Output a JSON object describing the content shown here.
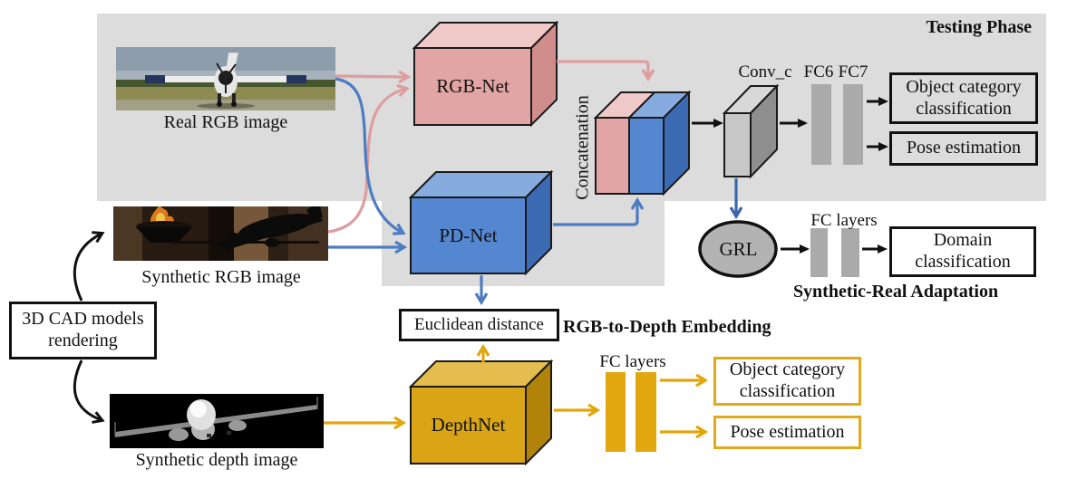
{
  "titles": {
    "testing_phase": "Testing Phase",
    "synthetic_real_adaptation": "Synthetic-Real Adaptation",
    "rgb_to_depth_embedding": "RGB-to-Depth Embedding"
  },
  "inputs": {
    "real_rgb": {
      "caption": "Real RGB image"
    },
    "synthetic_rgb": {
      "caption": "Synthetic RGB image"
    },
    "synthetic_depth": {
      "caption": "Synthetic depth image"
    },
    "cad": {
      "label": "3D CAD models rendering"
    }
  },
  "networks": {
    "rgb_net": {
      "label": "RGB-Net"
    },
    "pd_net": {
      "label": "PD-Net"
    },
    "depth_net": {
      "label": "DepthNet"
    },
    "concatenation": {
      "label": "Concatenation"
    },
    "conv_c": {
      "label": "Conv_c"
    },
    "fc6": {
      "label": "FC6"
    },
    "fc7": {
      "label": "FC7"
    },
    "grl": {
      "label": "GRL"
    },
    "fc_layers_adaptation": {
      "label": "FC layers"
    },
    "fc_layers_depth": {
      "label": "FC layers"
    }
  },
  "operations": {
    "euclidean_distance": {
      "label": "Euclidean distance"
    }
  },
  "outputs": {
    "testing_object_category": {
      "label": "Object category classification"
    },
    "testing_pose": {
      "label": "Pose estimation"
    },
    "domain": {
      "label": "Domain classification"
    },
    "depth_object_category": {
      "label": "Object category classification"
    },
    "depth_pose": {
      "label": "Pose estimation"
    }
  },
  "colors": {
    "background_panel": "#DCDCDC",
    "pink": "#DE9C9C",
    "blue": "#4E7CC2",
    "dark_blue": "#3A66AC",
    "yellow": "#E2A60A",
    "gold_box": "#D9A517",
    "gray_bar": "#AAAAAA",
    "black": "#111111"
  }
}
